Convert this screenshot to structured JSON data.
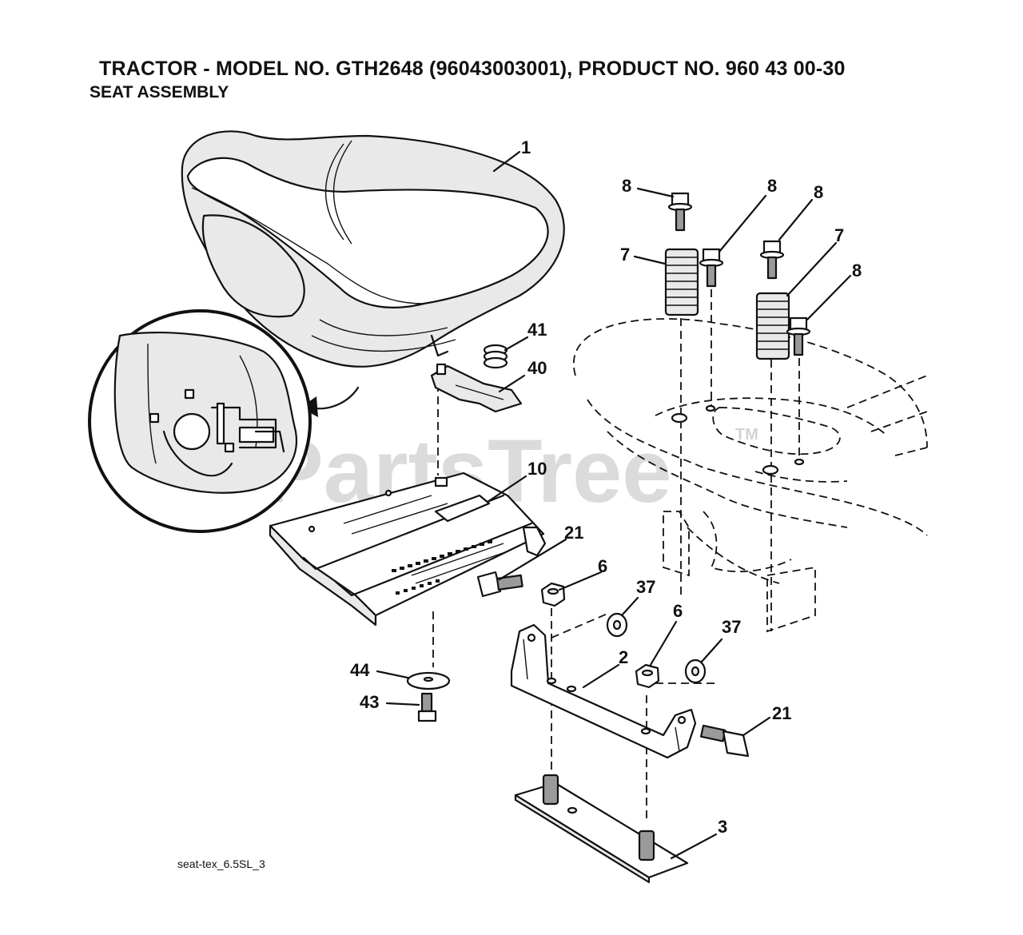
{
  "header": {
    "title": "TRACTOR -  MODEL NO. GTH2648 (96043003001), PRODUCT NO. 960 43 00-30",
    "subtitle": "SEAT ASSEMBLY"
  },
  "footer": {
    "reference_code": "seat-tex_6.5SL_3"
  },
  "watermark": {
    "text": "PartsTree",
    "trademark": "TM"
  },
  "callouts": {
    "c1": "1",
    "c2": "2",
    "c3": "3",
    "c6a": "6",
    "c6b": "6",
    "c7a": "7",
    "c7b": "7",
    "c8a": "8",
    "c8b": "8",
    "c8c": "8",
    "c8d": "8",
    "c10": "10",
    "c21a": "21",
    "c21b": "21",
    "c37a": "37",
    "c37b": "37",
    "c40": "40",
    "c41": "41",
    "c43": "43",
    "c44": "44"
  }
}
